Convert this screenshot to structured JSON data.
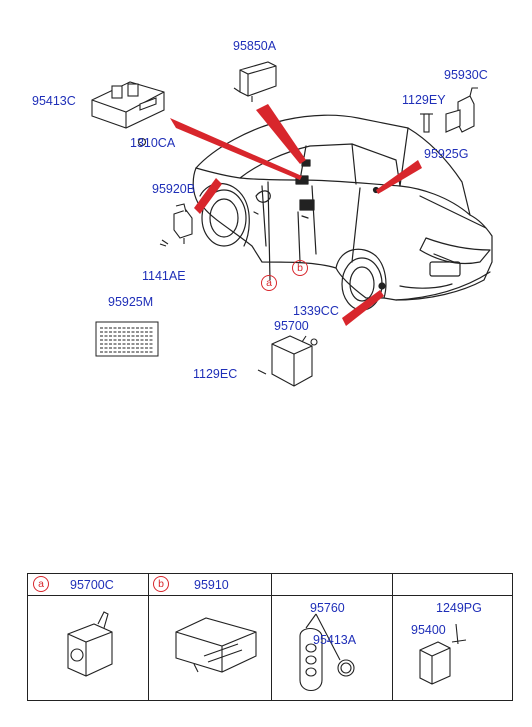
{
  "labels": {
    "p95850A": "95850A",
    "p95413C": "95413C",
    "p1310CA": "1310CA",
    "p95930C": "95930C",
    "p1129EY": "1129EY",
    "p95925G": "95925G",
    "p95920B": "95920B",
    "p1141AE": "1141AE",
    "p95925M": "95925M",
    "p1339CC": "1339CC",
    "p95700": "95700",
    "p1129EC": "1129EC"
  },
  "callouts": {
    "a": "a",
    "b": "b"
  },
  "table": {
    "col1_marker": "a",
    "col1_part": "95700C",
    "col2_marker": "b",
    "col2_part": "95910",
    "col3_part_top": "95760",
    "col3_part_sub": "95413A",
    "col4_part_top": "1249PG",
    "col4_part_sub": "95400"
  },
  "colors": {
    "label": "#1f2fb8",
    "pointer": "#d8262c",
    "line": "#222222"
  }
}
